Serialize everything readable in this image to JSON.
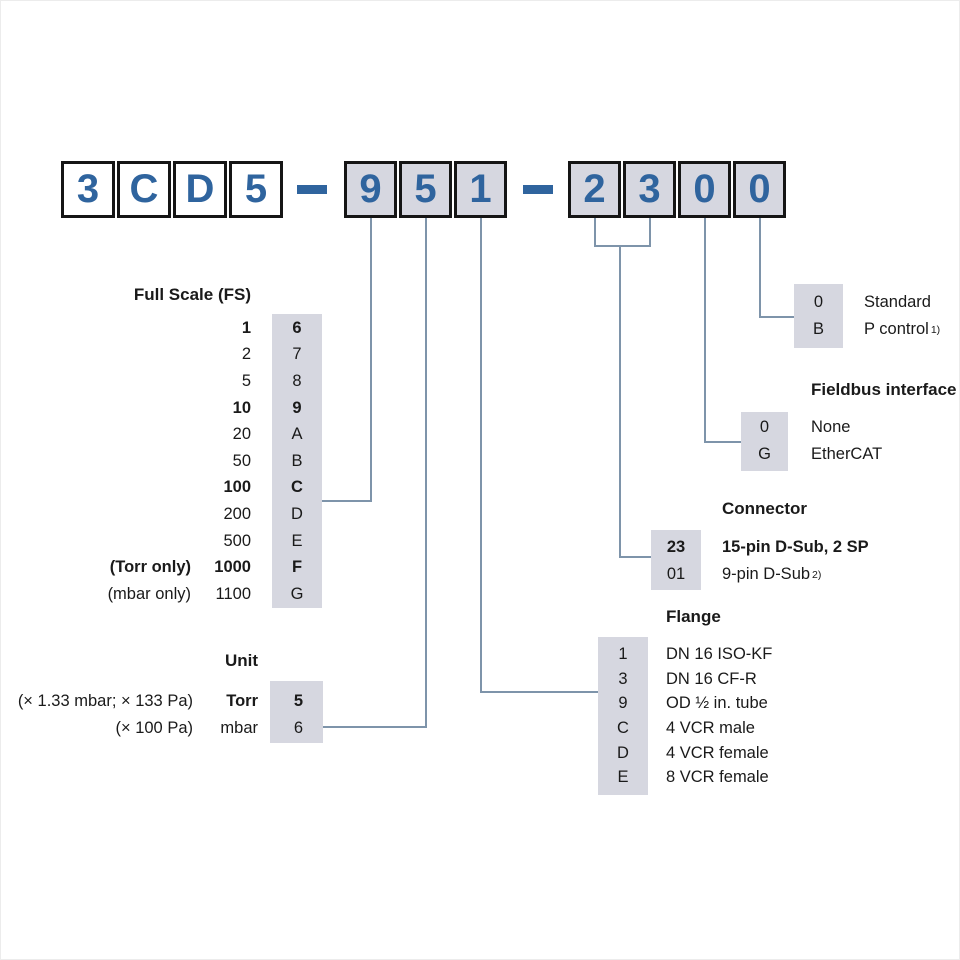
{
  "code_boxes": {
    "group1": [
      "3",
      "C",
      "D",
      "5"
    ],
    "separator": "-",
    "group2": [
      "9",
      "5",
      "1"
    ],
    "group3": [
      "2",
      "3",
      "0",
      "0"
    ]
  },
  "full_scale": {
    "title": "Full Scale (FS)",
    "rows": [
      {
        "note": "",
        "value": "1",
        "code": "6"
      },
      {
        "note": "",
        "value": "2",
        "code": "7"
      },
      {
        "note": "",
        "value": "5",
        "code": "8"
      },
      {
        "note": "",
        "value": "10",
        "code": "9"
      },
      {
        "note": "",
        "value": "20",
        "code": "A"
      },
      {
        "note": "",
        "value": "50",
        "code": "B"
      },
      {
        "note": "",
        "value": "100",
        "code": "C"
      },
      {
        "note": "",
        "value": "200",
        "code": "D"
      },
      {
        "note": "",
        "value": "500",
        "code": "E"
      },
      {
        "note": "(Torr only)",
        "value": "1000",
        "code": "F"
      },
      {
        "note": "(mbar only)",
        "value": "1100",
        "code": "G"
      }
    ]
  },
  "unit": {
    "title": "Unit",
    "rows": [
      {
        "note": "(× 1.33 mbar; × 133 Pa)",
        "value": "Torr",
        "code": "5"
      },
      {
        "note": "(× 100 Pa)",
        "value": "mbar",
        "code": "6"
      }
    ]
  },
  "p_control": {
    "rows": [
      {
        "code": "0",
        "label": "Standard",
        "sup": ""
      },
      {
        "code": "B",
        "label": "P control",
        "sup": "1)"
      }
    ]
  },
  "fieldbus": {
    "title": "Fieldbus interface",
    "rows": [
      {
        "code": "0",
        "label": "None",
        "sup": ""
      },
      {
        "code": "G",
        "label": "EtherCAT",
        "sup": ""
      }
    ]
  },
  "connector": {
    "title": "Connector",
    "rows": [
      {
        "code": "23",
        "label": "15-pin D-Sub, 2 SP",
        "sup": ""
      },
      {
        "code": "01",
        "label": "9-pin D-Sub",
        "sup": "2)"
      }
    ]
  },
  "flange": {
    "title": "Flange",
    "rows": [
      {
        "code": "1",
        "label": "DN 16 ISO-KF"
      },
      {
        "code": "3",
        "label": "DN 16 CF-R"
      },
      {
        "code": "9",
        "label": "OD ½ in. tube"
      },
      {
        "code": "C",
        "label": "4 VCR male"
      },
      {
        "code": "D",
        "label": "4 VCR female"
      },
      {
        "code": "E",
        "label": "8 VCR female"
      }
    ]
  },
  "colors": {
    "digit_blue": "#2f649e",
    "box_fill": "#d6d7e0",
    "connector_line": "#7e94aa"
  }
}
